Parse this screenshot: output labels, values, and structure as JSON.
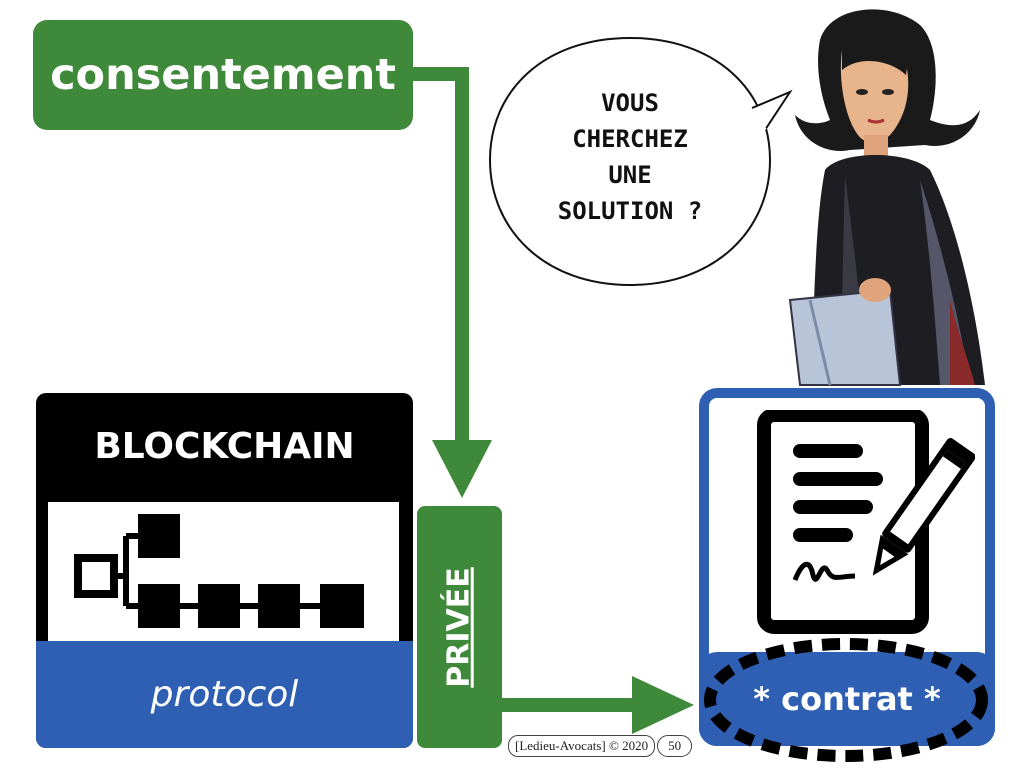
{
  "consent_label": "consentement",
  "speech_bubble": {
    "lines": [
      "VOUS",
      "CHERCHEZ",
      "UNE",
      "SOLUTION ?"
    ]
  },
  "blockchain": {
    "title": "BLOCKCHAIN",
    "subtitle": "protocol"
  },
  "private_tag": "PRIVÉE",
  "contract": {
    "label": "* contrat *"
  },
  "footer": {
    "copyright": "[Ledieu-Avocats] © 2020",
    "page_number": "50"
  },
  "colors": {
    "green": "#3f8a3a",
    "blue": "#2f5fb3",
    "black": "#000000"
  },
  "icons": [
    "blockchain-chain-icon",
    "contract-document-icon",
    "pen-icon",
    "character-illustration"
  ]
}
